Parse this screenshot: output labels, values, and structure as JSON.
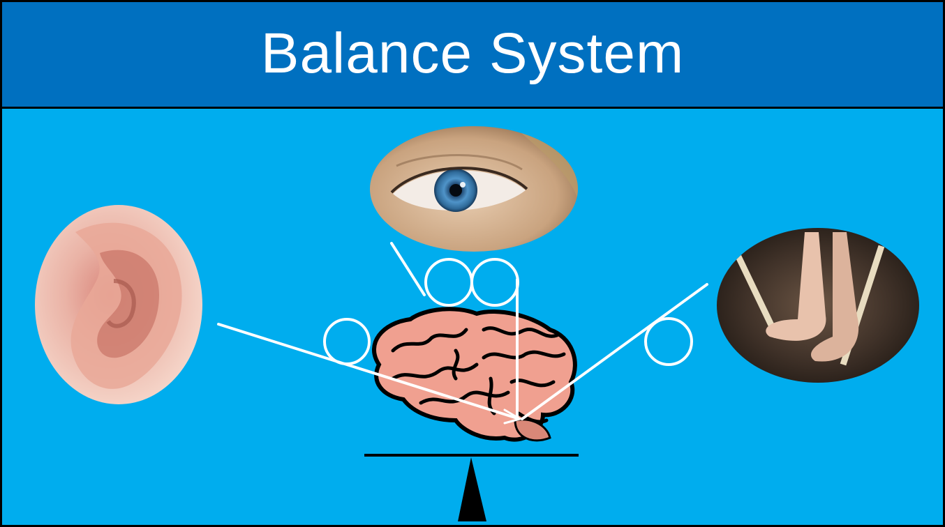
{
  "title": "Balance System",
  "colors": {
    "header_bg": "#0070c0",
    "canvas_bg": "#00adee",
    "title_text": "#ffffff",
    "connector_lines": "#ffffff",
    "brain_fill": "#f0a090",
    "seesaw": "#000000"
  },
  "nodes": [
    {
      "id": "ear",
      "icon": "ear-photo",
      "description_hidden": true
    },
    {
      "id": "eye",
      "icon": "eye-photo"
    },
    {
      "id": "feet",
      "icon": "feet-on-rope-photo"
    },
    {
      "id": "brain",
      "icon": "brain-illustration"
    },
    {
      "id": "seesaw",
      "icon": "seesaw-balance"
    }
  ],
  "edges": [
    {
      "from": "ear",
      "to": "brain"
    },
    {
      "from": "eye",
      "to": "brain"
    },
    {
      "from": "feet",
      "to": "brain"
    }
  ]
}
